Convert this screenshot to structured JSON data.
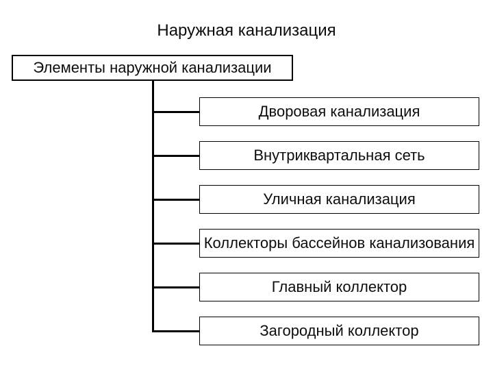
{
  "slide": {
    "title": "Наружная канализация",
    "tree": {
      "root_label": "Элементы наружной канализации",
      "children": [
        "Дворовая канализация",
        "Внутриквартальная сеть",
        "Уличная канализация",
        "Коллекторы бассейнов канализования",
        "Главный коллектор",
        "Загородный коллектор"
      ]
    },
    "colors": {
      "line": "#000000",
      "text": "#0d0d0d",
      "background": "#ffffff",
      "box_fill": "#ffffff"
    }
  }
}
